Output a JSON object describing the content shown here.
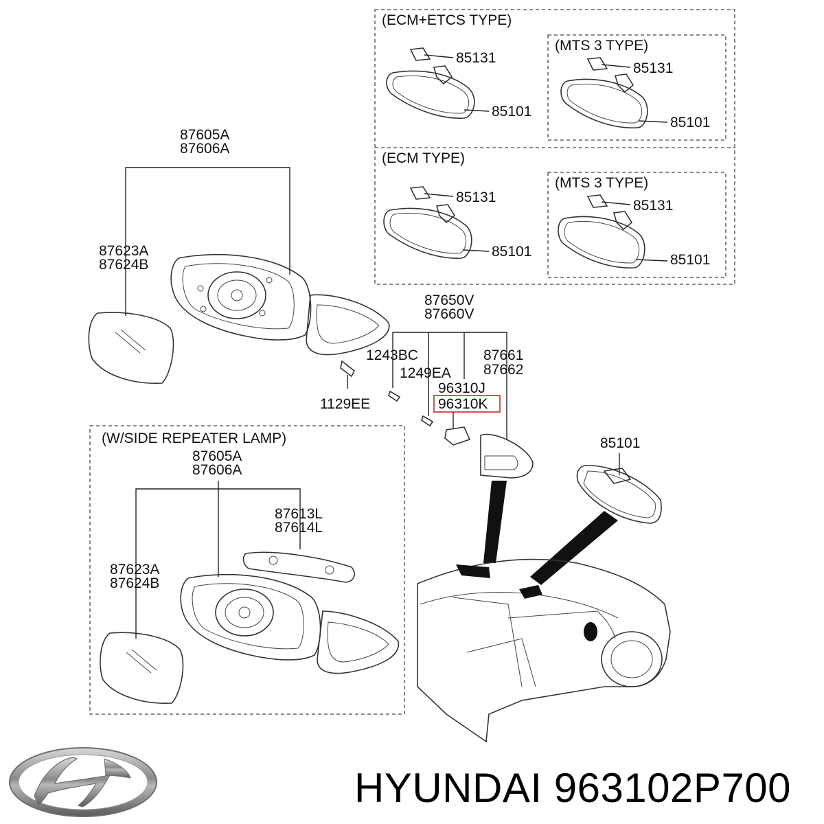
{
  "boxes": {
    "ecm_etcs": "(ECM+ETCS TYPE)",
    "mts3_top": "(MTS 3 TYPE)",
    "ecm": "(ECM TYPE)",
    "mts3_bottom": "(MTS 3 TYPE)",
    "side_repeater": "(W/SIDE REPEATER LAMP)"
  },
  "labels": {
    "p85131_a": "85131",
    "p85101_a": "85101",
    "p85131_b": "85131",
    "p85101_b": "85101",
    "p85131_c": "85131",
    "p85101_c": "85101",
    "p85131_d": "85131",
    "p85101_d": "85101",
    "p87605A": "87605A",
    "p87606A": "87606A",
    "p87623A": "87623A",
    "p87624B": "87624B",
    "p87650V": "87650V",
    "p87660V": "87660V",
    "p1243BC": "1243BC",
    "p1249EA": "1249EA",
    "p87661": "87661",
    "p87662": "87662",
    "p96310J": "96310J",
    "p96310K": "96310K",
    "p1129EE": "1129EE",
    "p85101_main": "85101",
    "p87605A_b": "87605A",
    "p87606A_b": "87606A",
    "p87613L": "87613L",
    "p87614L": "87614L",
    "p87623A_b": "87623A",
    "p87624B_b": "87624B"
  },
  "highlight": {
    "part": "96310K",
    "color": "#d9534f"
  },
  "footer": {
    "brand": "HYUNDAI",
    "part_number": "963102P700"
  },
  "logo": {
    "icon": "hyundai-logo-icon"
  }
}
